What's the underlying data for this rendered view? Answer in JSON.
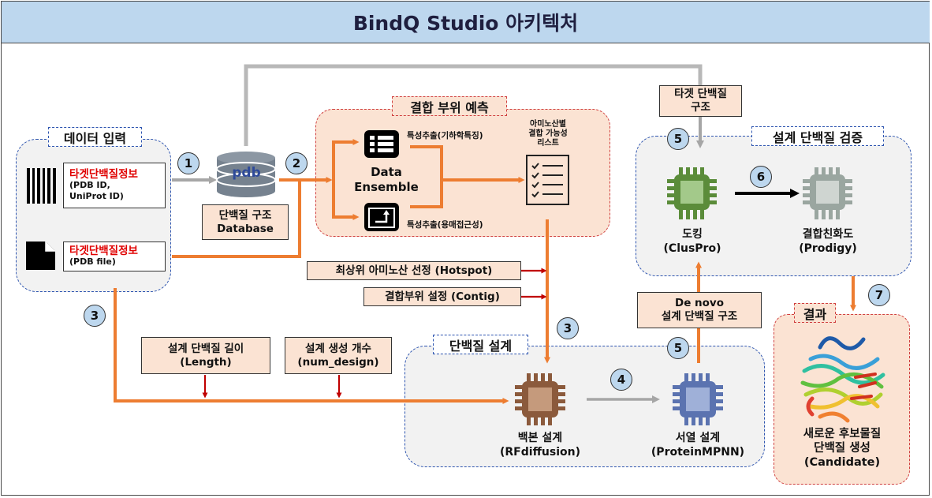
{
  "title": "BindQ Studio 아키텍처",
  "steps": {
    "s1": "1",
    "s2": "2",
    "s3a": "3",
    "s3b": "3",
    "s4": "4",
    "s5a": "5",
    "s5b": "5",
    "s6": "6",
    "s7": "7"
  },
  "input": {
    "section_label": "데이터 입력",
    "target_info_1": "타겟단백질정보",
    "target_ids_1": "(PDB ID,",
    "target_ids_2": "UniProt ID)",
    "target_info_2": "타겟단백질정보",
    "target_file": "(PDB file)"
  },
  "database": {
    "icon_text": "pdb",
    "label_1": "단백질 구조",
    "label_2": "Database"
  },
  "binding_site": {
    "section_label": "결합 부위 예측",
    "ensemble_1": "Data",
    "ensemble_2": "Ensemble",
    "feature_geometry": "특성추출(기하학특징)",
    "feature_solvent": "특성추출(용매접근성)",
    "list_label_1": "아미노산별",
    "list_label_2": "결합 가능성",
    "list_label_3": "리스트"
  },
  "hotspot": "최상위 아미노산 선정 (Hotspot)",
  "contig": "결합부위 설정 (Contig)",
  "length_box": {
    "line1": "설계 단백질 길이",
    "line2": "(Length)"
  },
  "num_box": {
    "line1": "설계 생성 개수",
    "line2": "(num_design)"
  },
  "target_structure": {
    "line1": "타겟 단백질",
    "line2": "구조"
  },
  "denovo": {
    "line1": "De novo",
    "line2": "설계 단백질 구조"
  },
  "design": {
    "section_label": "단백질 설계",
    "backbone_1": "백본 설계",
    "backbone_2": "(RFdiffusion)",
    "sequence_1": "서열 설계",
    "sequence_2": "(ProteinMPNN)"
  },
  "validation": {
    "section_label": "설계 단백질 검증",
    "docking_1": "도킹",
    "docking_2": "(ClusPro)",
    "affinity_1": "결합친화도",
    "affinity_2": "(Prodigy)"
  },
  "result": {
    "section_label": "결과",
    "line1": "새로운 후보물질",
    "line2": "단백질 생성",
    "line3": "(Candidate)"
  },
  "colors": {
    "orange": "#ed7d31",
    "gray_arrow": "#a6a6a6",
    "dark_red": "#c00000",
    "chip_green": "#5b8c3a",
    "chip_gray": "#9aa6a0",
    "chip_brown": "#8b5a3c",
    "chip_blue": "#5b73b0",
    "banner": "#bdd7ee",
    "peach": "#fbe3d3"
  },
  "icons": {
    "barcode": "barcode-icon",
    "file": "file-icon",
    "database": "database-icon",
    "table": "table-icon",
    "refresh": "refresh-box-icon",
    "checklist": "checklist-icon",
    "chip": "chip-icon",
    "protein": "protein-structure-icon"
  }
}
